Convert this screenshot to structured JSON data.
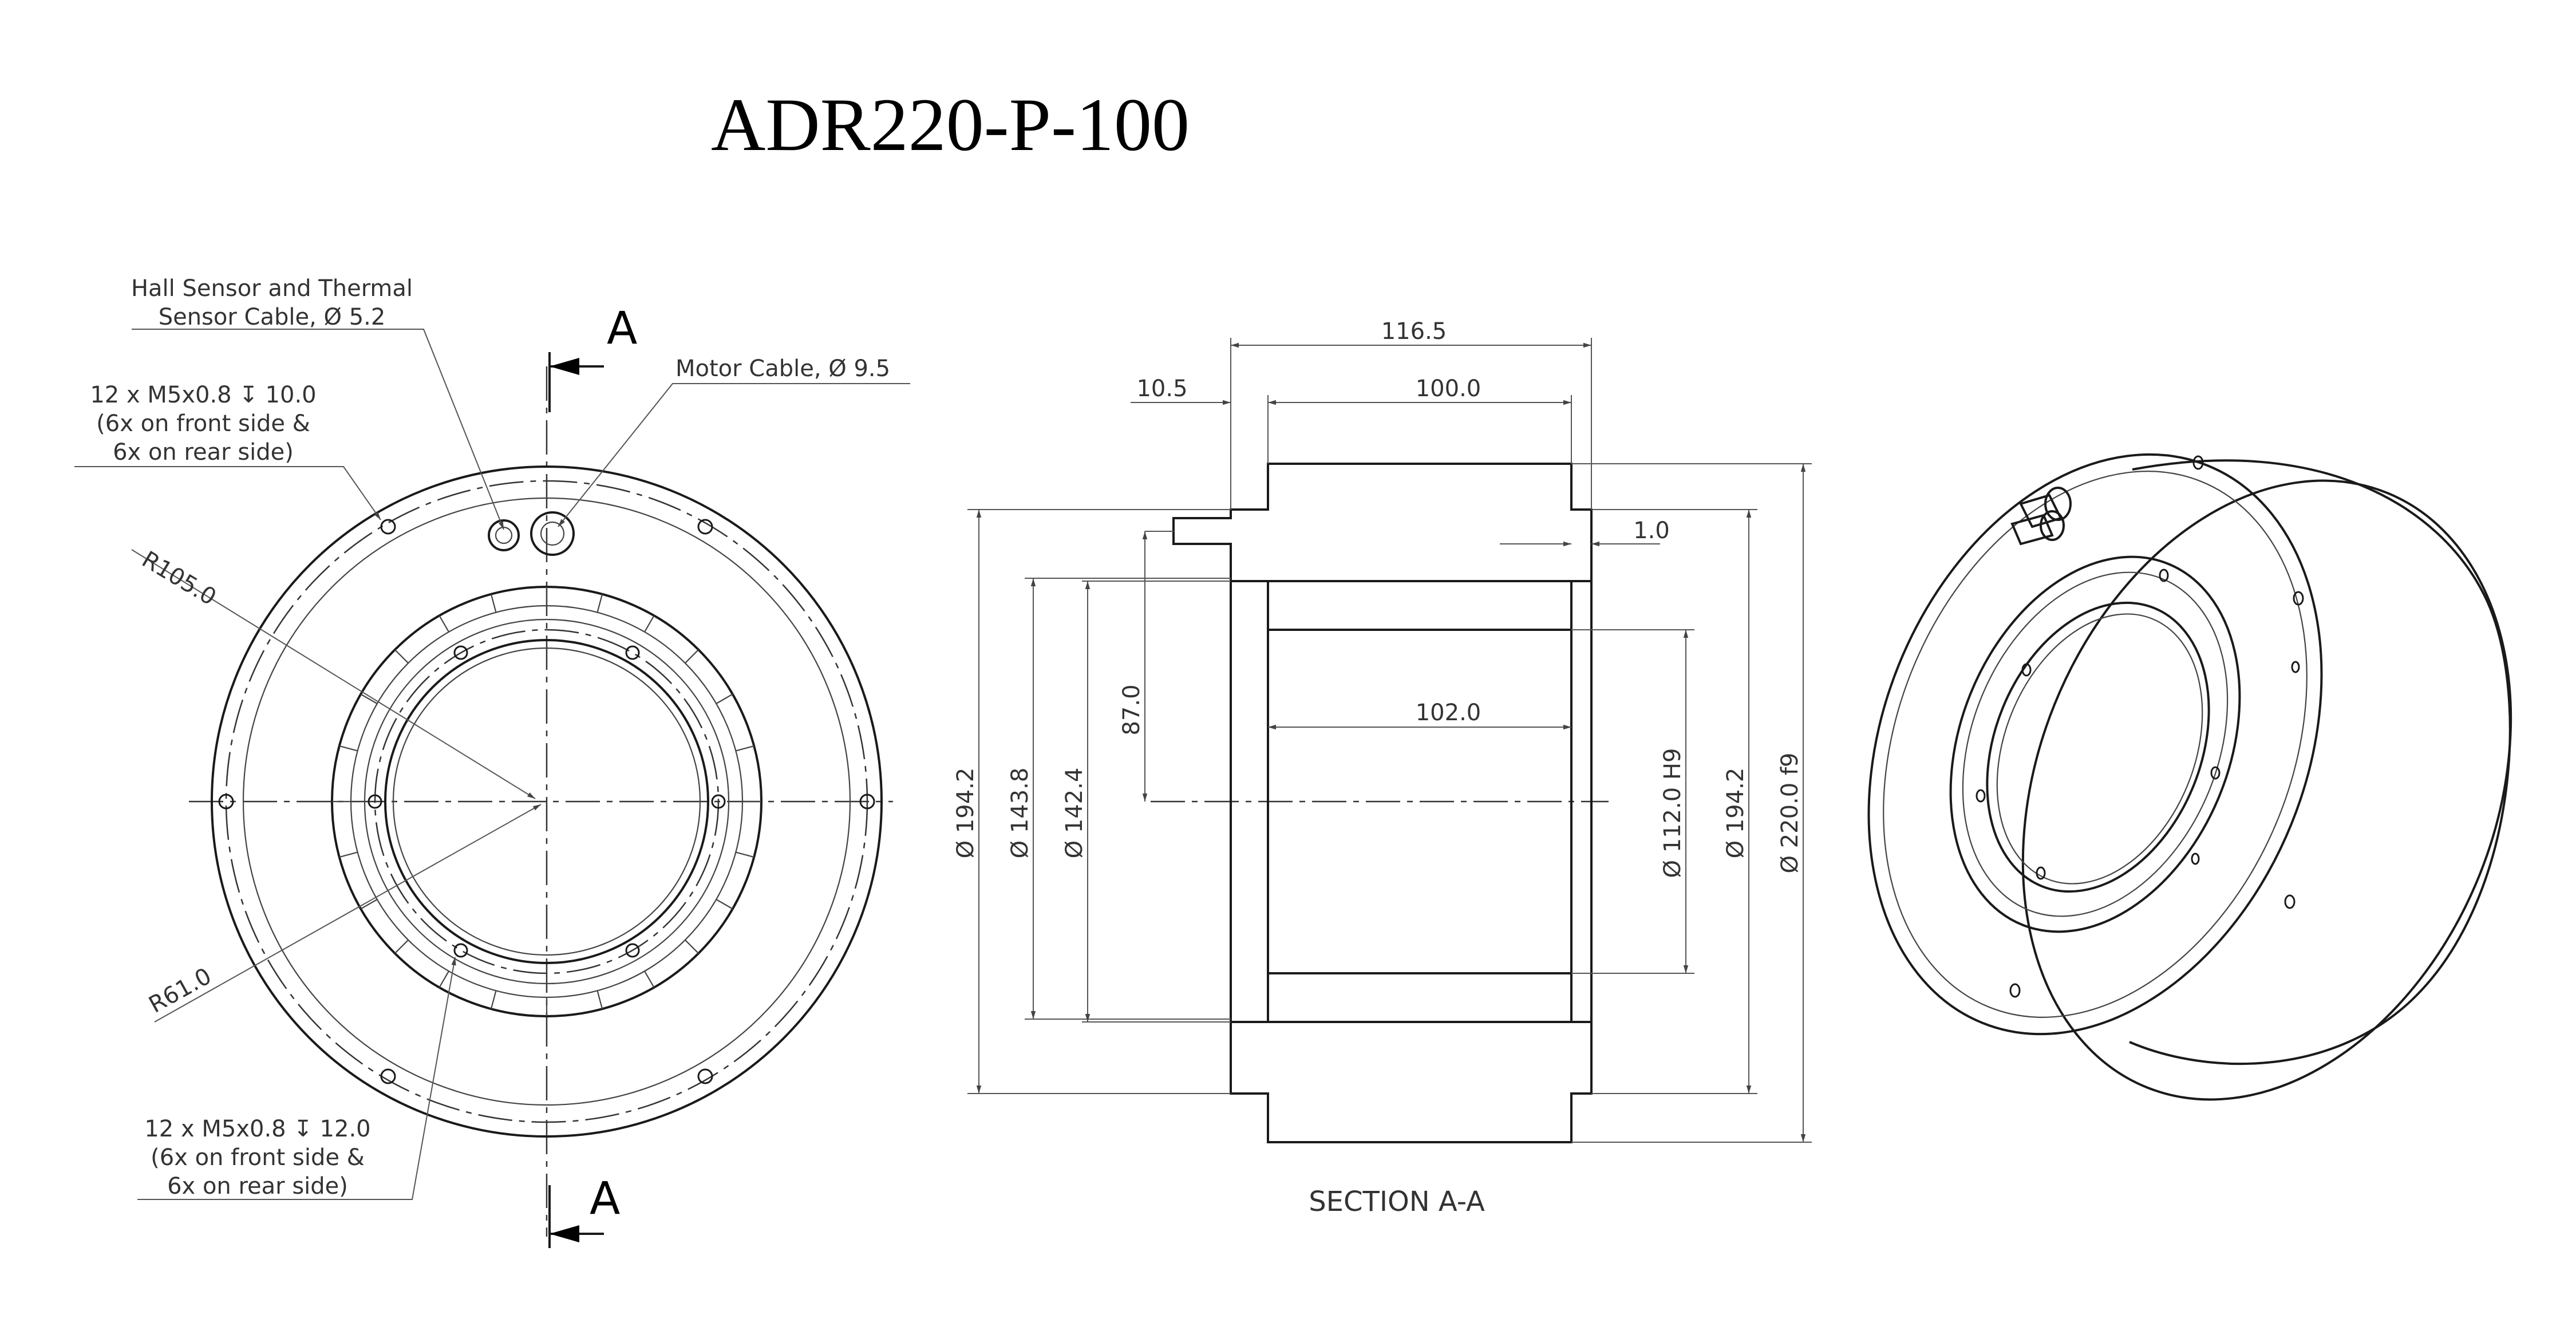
{
  "title": "ADR220-P-100",
  "section_label": "SECTION A-A",
  "section_marker": "A",
  "front_view": {
    "hall_cable": [
      "Hall Sensor and Thermal",
      "Sensor Cable, Ø 5.2"
    ],
    "motor_cable": "Motor Cable, Ø 9.5",
    "front_holes": [
      "12 x M5x0.8 ↧ 10.0",
      "(6x on front side &",
      "6x on rear side)"
    ],
    "rear_holes": [
      "12 x M5x0.8 ↧ 12.0",
      "(6x on front side &",
      "6x on rear side)"
    ],
    "r_outer": "R105.0",
    "r_inner": "R61.0"
  },
  "section_view": {
    "dim_total_len": "116.5",
    "dim_body_len": "100.0",
    "dim_flange": "10.5",
    "dim_gap": "1.0",
    "dim_bore_len": "102.0",
    "dim_axis_offset": "87.0",
    "dia_left_outer": "Ø 194.2",
    "dia_left_mid": "Ø 143.8",
    "dia_left_inner": "Ø 142.4",
    "dia_bore": "Ø 112.0 H9",
    "dia_right_mid": "Ø 194.2",
    "dia_right_outer": "Ø 220.0 f9"
  }
}
